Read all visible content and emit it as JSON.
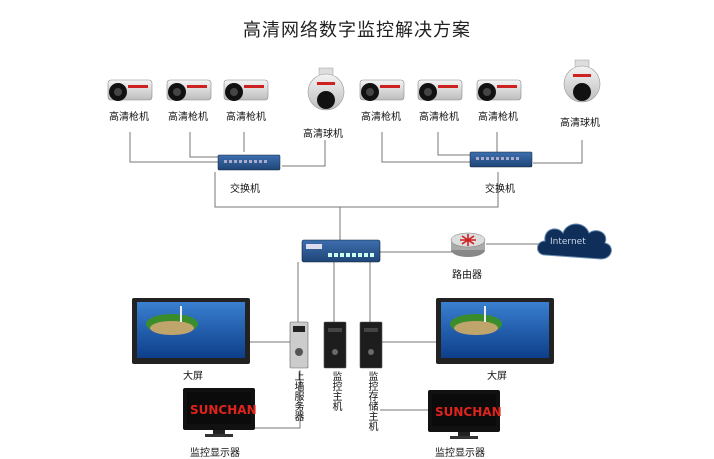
{
  "title": "高清网络数字监控解决方案",
  "labels": {
    "bullet_camera": "高清枪机",
    "dome_camera": "高清球机",
    "switch": "交换机",
    "router": "路由器",
    "internet": "Internet",
    "big_screen": "大屏",
    "monitor_display": "监控显示器",
    "wall_server": "上墙服务器",
    "monitor_host": "监控主机",
    "storage_host": "监控存储主机",
    "monitor_brand": "SUNCHAN"
  }
}
